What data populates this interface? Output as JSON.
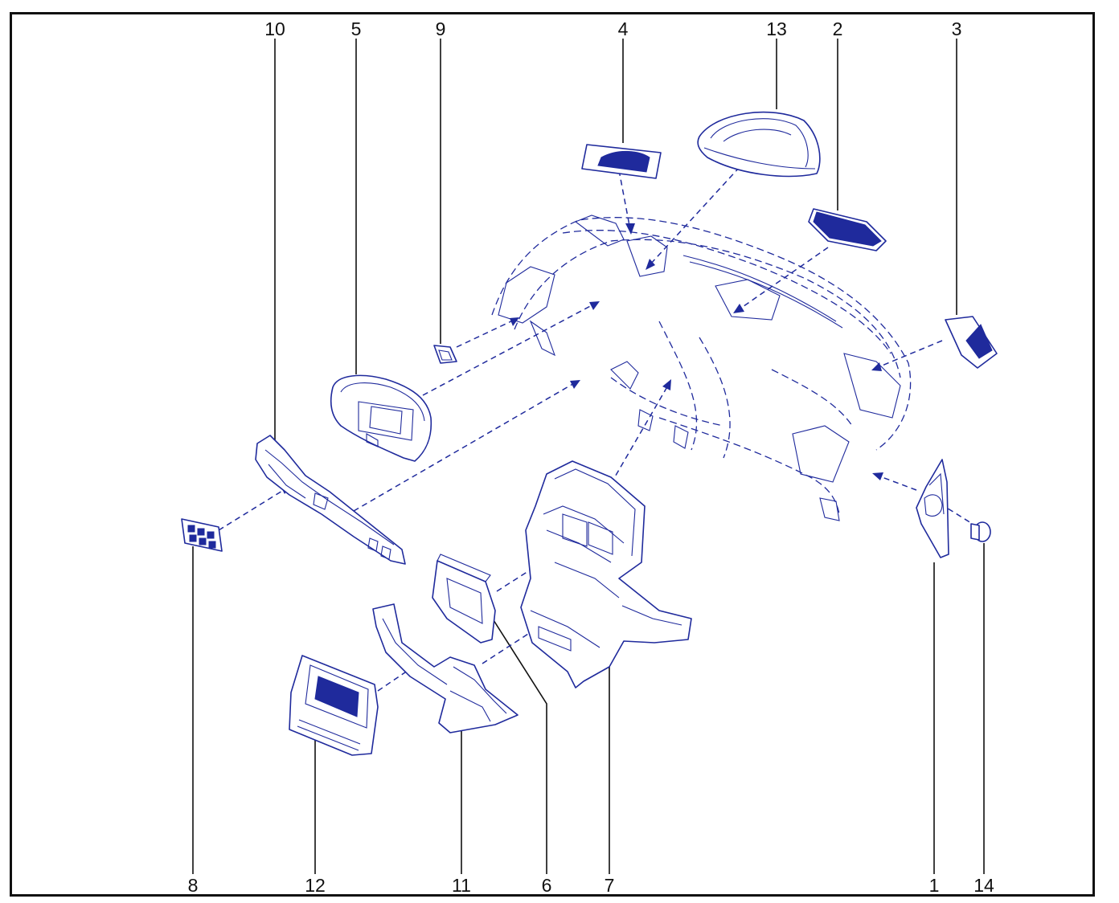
{
  "callouts": [
    {
      "id": "1",
      "label": "1"
    },
    {
      "id": "2",
      "label": "2"
    },
    {
      "id": "3",
      "label": "3"
    },
    {
      "id": "4",
      "label": "4"
    },
    {
      "id": "5",
      "label": "5"
    },
    {
      "id": "6",
      "label": "6"
    },
    {
      "id": "7",
      "label": "7"
    },
    {
      "id": "8",
      "label": "8"
    },
    {
      "id": "9",
      "label": "9"
    },
    {
      "id": "10",
      "label": "10"
    },
    {
      "id": "11",
      "label": "11"
    },
    {
      "id": "12",
      "label": "12"
    },
    {
      "id": "13",
      "label": "13"
    },
    {
      "id": "14",
      "label": "14"
    }
  ],
  "colors": {
    "line_art": "#1f2a9c",
    "frame": "#111111",
    "background": "#ffffff"
  }
}
